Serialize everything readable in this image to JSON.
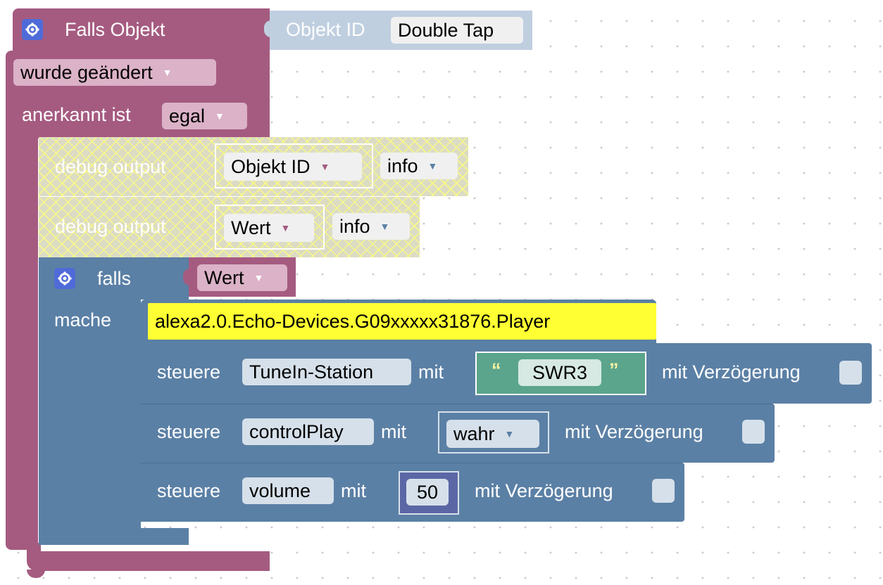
{
  "trigger": {
    "title": "Falls Objekt",
    "object_label": "Objekt ID",
    "object_value": "Double Tap",
    "condition": "wurde geändert",
    "ack_label": "anerkannt ist",
    "ack_value": "egal"
  },
  "debug1": {
    "label": "debug output",
    "value": "Objekt ID",
    "level": "info"
  },
  "debug2": {
    "label": "debug output",
    "value": "Wert",
    "level": "info"
  },
  "if_block": {
    "label": "falls",
    "condition": "Wert",
    "do_label": "mache"
  },
  "device": {
    "path": "alexa2.0.Echo-Devices.G09xxxxx31876.Player"
  },
  "controls": [
    {
      "verb": "steuere",
      "target": "TuneIn-Station",
      "with": "mit",
      "value": "SWR3",
      "delay_label": "mit Verzögerung"
    },
    {
      "verb": "steuere",
      "target": "controlPlay",
      "with": "mit",
      "value": "wahr",
      "delay_label": "mit Verzögerung"
    },
    {
      "verb": "steuere",
      "target": "volume",
      "with": "mit",
      "value": "50",
      "delay_label": "mit Verzögerung"
    }
  ],
  "colors": {
    "event": "#a55b80",
    "logic": "#5b80a5",
    "text": "#5ba58c",
    "math": "#5b67a5",
    "object_id": "#c0cfe0",
    "highlight": "#ffff33"
  },
  "icons": {
    "settings": "gear-icon",
    "quote_open": "“",
    "quote_close": "”"
  }
}
